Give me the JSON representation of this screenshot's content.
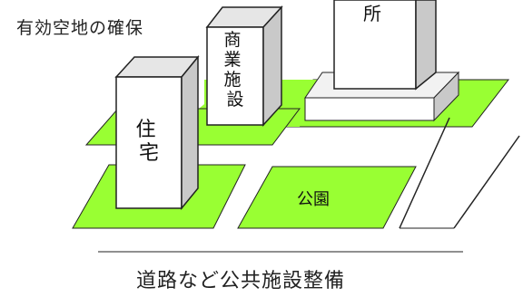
{
  "diagram": {
    "title": "有効空地の確保",
    "bottom_caption": "道路など公共施設整備",
    "buildings": {
      "residential": "住宅",
      "commercial": "商業施設",
      "office": "所"
    },
    "park_label": "公園",
    "colors": {
      "green": "#99ff33",
      "outline": "#222222",
      "building_front": "#ffffff",
      "building_side": "#c9c9c9",
      "building_top": "#e6e6e6"
    }
  }
}
